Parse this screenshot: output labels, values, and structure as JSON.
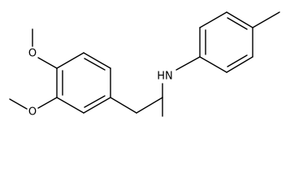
{
  "molecule": {
    "atom_labels": {
      "o_upper": "O",
      "o_lower": "O",
      "amine": "HN"
    },
    "colors": {
      "bond": "#000000",
      "text": "#000000",
      "background": "#ffffff"
    }
  }
}
